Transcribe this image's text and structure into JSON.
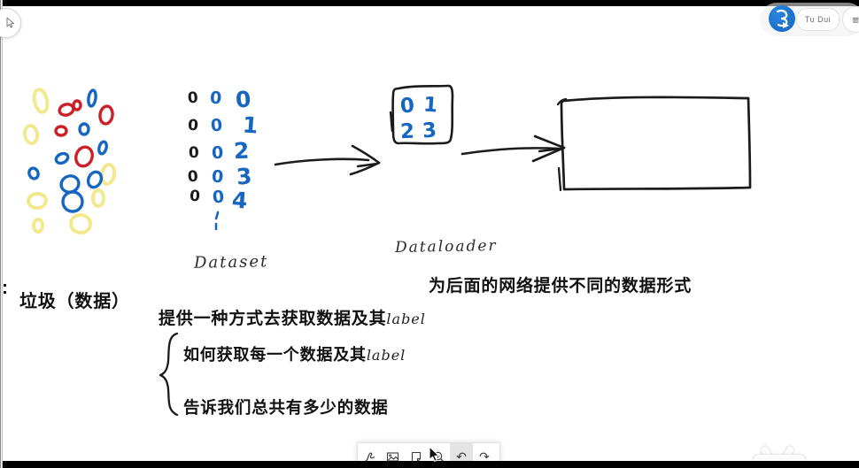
{
  "overlay": {
    "watermark_label": "Tu Dui",
    "menu_glyph": "≡"
  },
  "canvas": {
    "colors": {
      "blue": "#1766c2",
      "red": "#cb2027",
      "yellow": "#f2e98f",
      "ink": "#1b1b1b"
    },
    "labels": {
      "dataset": "Dataset",
      "dataloader": "Dataloader",
      "garbage": "垃圾（数据）",
      "provide_forms": "为后面的网络提供不同的数据形式",
      "provide_way": "提供一种方式去获取数据及其",
      "provide_way_suffix": "label",
      "how_get": "如何获取每一个数据及其",
      "how_get_suffix": "label",
      "tell_total": "告诉我们总共有多少的数据"
    },
    "dataset_columns": {
      "col1": [
        "0",
        "0",
        "0",
        "0",
        "0"
      ],
      "col2": [
        "0",
        "0",
        "0",
        "0",
        "0"
      ],
      "col3": [
        "0",
        "1",
        "2",
        "3",
        "4"
      ]
    },
    "dataloader_box": {
      "digits": [
        "0",
        "1",
        "2",
        "3"
      ]
    }
  },
  "toolbar": {
    "buttons": [
      {
        "icon": "ink-pen-icon"
      },
      {
        "icon": "insert-image-icon"
      },
      {
        "icon": "sticky-note-icon"
      },
      {
        "icon": "magnifier-plus-icon"
      },
      {
        "icon": "undo-icon",
        "glyph": "↶",
        "active": true
      },
      {
        "icon": "redo-icon",
        "glyph": "↷"
      }
    ]
  }
}
